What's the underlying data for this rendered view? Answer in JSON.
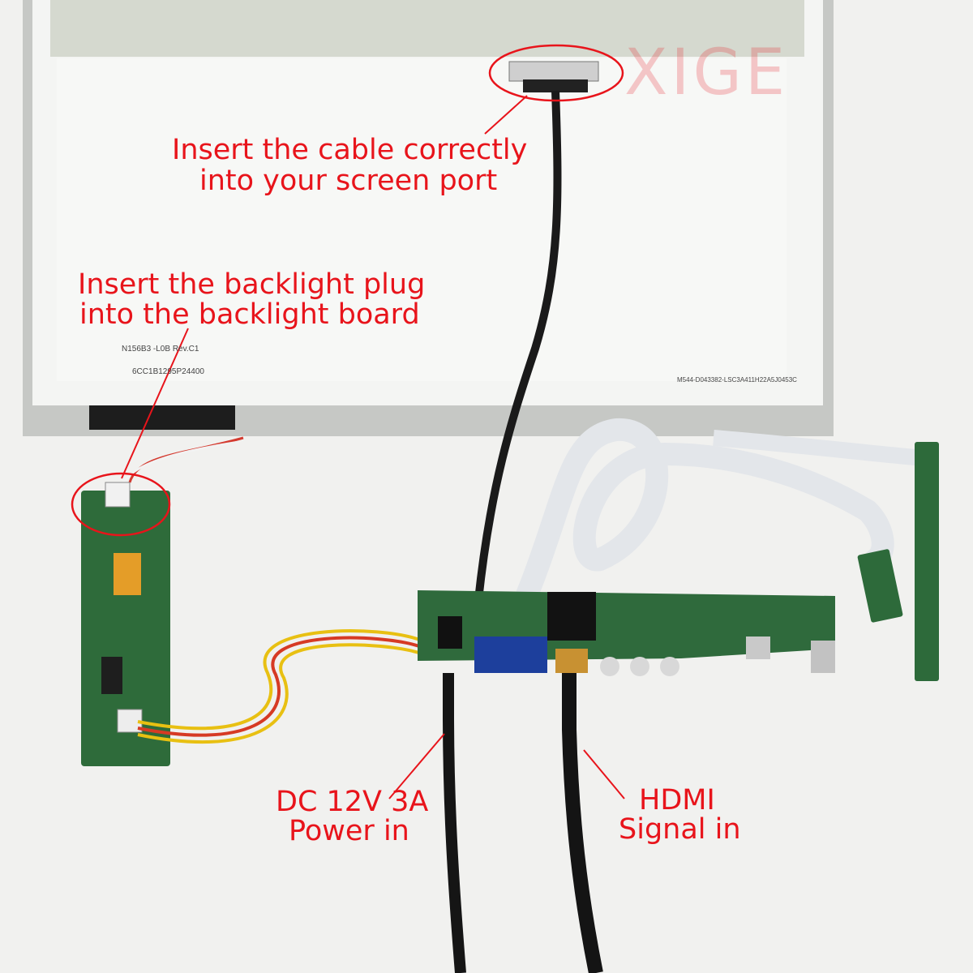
{
  "annotations": {
    "cable_line1": "Insert the cable correctly",
    "cable_line2": "into your screen port",
    "backlight_line1": "Insert the backlight plug",
    "backlight_line2": "into the backlight board",
    "power_line1": "DC 12V 3A",
    "power_line2": "Power in",
    "hdmi_line1": "HDMI",
    "hdmi_line2": "Signal in"
  },
  "panel_label": {
    "model": "N156B3 -L0B  Rev.C1",
    "serial": "6CC1B1295P24400",
    "barcode_text": "M544-D043382-LSC3A411H22A5J0453C"
  },
  "watermark": "XIGE",
  "colors": {
    "annotation_red": "#e8141b",
    "panel_white": "#f2f3f1",
    "pcb_green": "#2e6b3a"
  }
}
